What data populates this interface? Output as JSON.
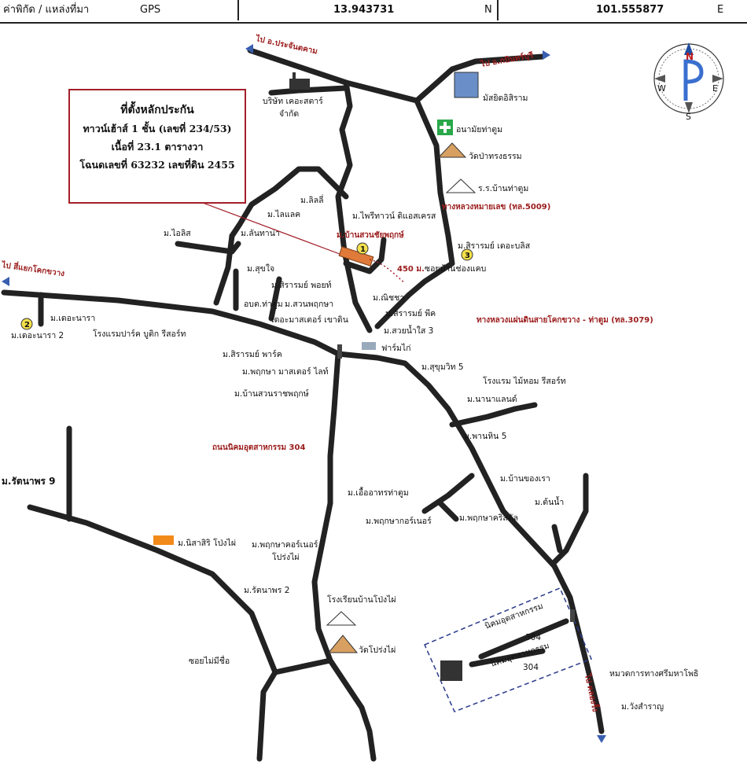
{
  "header": {
    "label": "ค่าพิกัด / แหล่งที่มา",
    "source": "GPS",
    "latitude": "13.943731",
    "lat_suffix": "N",
    "longitude": "101.555877",
    "lon_suffix": "E"
  },
  "info_box": {
    "line1": "ที่ตั้งหลักประกัน",
    "line2": "ทาวน์เฮ้าส์ 1 ชั้น (เลขที่ 234/53)",
    "line3": "เนื้อที่ 23.1 ตารางวา",
    "line4": "โฉนดเลขที่ 63232 เลขที่ดิน 2455"
  },
  "compass": {
    "n": "N",
    "s": "S",
    "e": "E",
    "w": "W"
  },
  "directions": {
    "to_prachantakham": "ไป อ.ประจันตคาม",
    "to_kabinburi": "ไป อ.กบินทร์บุรี",
    "to_khok_khwang": "ไป สี่แยกโคกขวาง",
    "to_khlong_rang": "ไป คลองรั้ง"
  },
  "roads": {
    "r5009": "ทางหลวงหมายเลข (ทล.5009)",
    "r3079": "ทางหลวงแผ่นดินสายโคกขวาง - ท่าตูม (ทล.3079)",
    "r304": "ถนนนิคมอุตสาหกรรม 304",
    "soi_chong_kaep": "ซอยบ้านช่องแคบ",
    "soi_no_name": "ซอยไม่มีชื่อ",
    "distance": "450 ม.",
    "estate1": "นิคมอุตสาหกรรม",
    "estate1_num": "304",
    "estate2": "นิคมอุตสาหกรรม",
    "estate2_num": "304"
  },
  "markers": {
    "m1": "1",
    "m2": "2",
    "m3": "3"
  },
  "places": {
    "factory_company": "บริษัท เคอะสตาร์",
    "factory_company2": "จำกัด",
    "mosque": "มัสยิดอิสิราม",
    "health": "อนามัยท่าตูม",
    "wat_pa": "วัดป่าทรงธรรม",
    "school_tha_tum": "ร.ร.บ้านท่าตูม",
    "lili": "ม.ลิลลี่",
    "lailak": "ม.ไลแลค",
    "ailis": "ม.ไอลิส",
    "lantana": "ม.ลันทาน่า",
    "pri_town": "ม.ไพรีทาวน์ ดิแอสเครส",
    "ban_suan": "ม.บ้านสวนชัยพฤกษ์",
    "siram_bliss": "ม.สิรารมย์ เดอะบลิส",
    "sukjai": "ม.สุขใจ",
    "siram_point": "ม.สิรารมย์ พอยท์",
    "nicha": "ม.ณิชชา",
    "siram_peak": "ม.สิรารมย์ พีค",
    "suay_nam_sai": "ม.สวยน้ำใส 3",
    "the_nara": "ม.เดอะนารา",
    "the_nara2": "ม.เดอะนารา 2",
    "hotel_park": "โรงแรมปาร์ค บูติก รีสอร์ท",
    "obt": "อบต.ท่าตูม",
    "suan_pruksa": "ม.สวนพฤกษา",
    "master_kaedin": "เดอะมาสเตอร์ เขาดิน",
    "chicken": "ฟาร์มไก่",
    "siram_park": "ม.สิรารมย์ พาร์ค",
    "pruksa_master": "ม.พฤกษา มาสเตอร์ ไลท์",
    "ban_suan_rat": "ม.บ้านสวนราชพฤกษ์",
    "sukhumvit5": "ม.สุขุมวิท 5",
    "hotel_maihom": "โรงแรม ไม้หอม รีสอร์ท",
    "nanalan": "ม.นานาแลนด์",
    "phanhin": "ม.พานหิน 5",
    "rattanaporn9": "ม.รัตนาพร 9",
    "ua_athorn": "ม.เอื้ออาทรท่าตูม",
    "ban_kong_rao": "ม.บ้านของเรา",
    "ton_nam": "ม.ต้นน้ำ",
    "pruksa_corner1": "ม.พฤกษากอร์เนอร์",
    "pruksa_crystal": "ม.พฤกษาคริสตัล",
    "nisasiri": "ม.นิสาสิริ โป่งไผ่",
    "pruksa_corner2a": "ม.พฤกษาคอร์เนอร์",
    "pruksa_corner2b": "โปร่งไผ่",
    "rattanaporn2": "ม.รัตนาพร 2",
    "school_pong": "โรงเรียนบ้านโป่งไผ่",
    "wat_pong": "วัดโปร่งไผ่",
    "station": "หมวดการทางศรีมหาโพธิ",
    "wang_saran": "ม.วังสำราญ"
  }
}
